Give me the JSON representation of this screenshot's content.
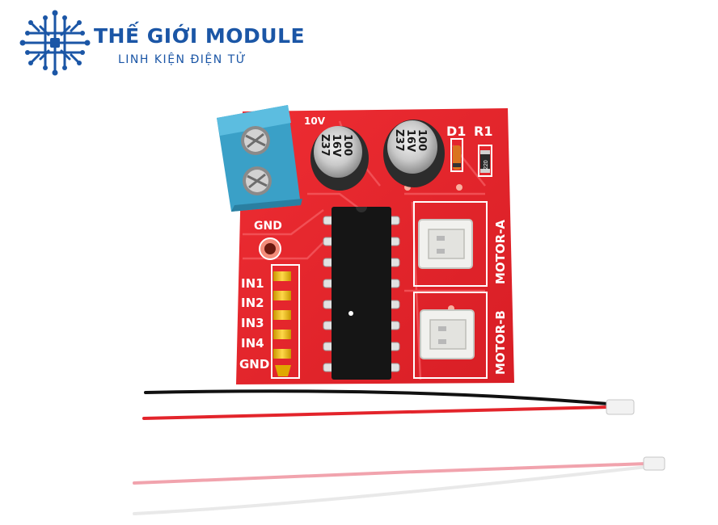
{
  "brand": {
    "name": "THẾ GIỚI MODULE",
    "tagline": "LINH KIỆN ĐIỆN TỬ",
    "color": "#1b56a6",
    "icon": "circuit-globe-logo-icon"
  },
  "board": {
    "color": "#e8252b",
    "labels": {
      "gnd_top": "GND",
      "in1": "IN1",
      "in2": "IN2",
      "in3": "IN3",
      "in4": "IN4",
      "gnd_bottom": "GND",
      "d1": "D1",
      "r1": "R1",
      "motor_a": "MOTOR-A",
      "motor_b": "MOTOR-B",
      "power_partial": "10V"
    },
    "capacitors": [
      {
        "line1": "100",
        "line2": "16V",
        "line3": "Z37"
      },
      {
        "line1": "100",
        "line2": "16V",
        "line3": "Z37"
      }
    ],
    "resistor_code": "220"
  },
  "wires": [
    {
      "name": "black-red-pair",
      "colors": [
        "#111111",
        "#e3242b"
      ]
    },
    {
      "name": "pink-white-pair",
      "colors": [
        "#f1a3ad",
        "#eeeeee"
      ]
    }
  ]
}
